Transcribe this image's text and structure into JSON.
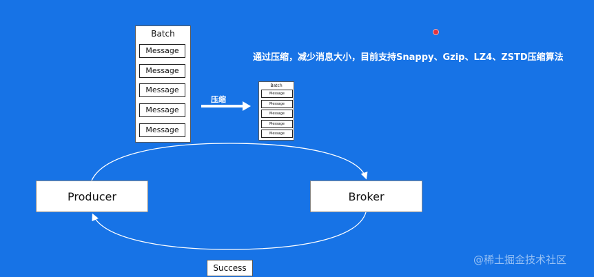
{
  "headline": "通过压缩，减少消息大小，目前支持Snappy、Gzip、LZ4、ZSTD压缩算法",
  "compress_label": "压缩",
  "batch_big": {
    "title": "Batch",
    "messages": [
      "Message",
      "Message",
      "Message",
      "Message",
      "Message"
    ]
  },
  "batch_small": {
    "title": "Batch",
    "messages": [
      "Message",
      "Message",
      "Message",
      "Message",
      "Message"
    ]
  },
  "nodes": {
    "producer": "Producer",
    "broker": "Broker"
  },
  "success_label": "Success",
  "watermark": "@稀土掘金技术社区",
  "colors": {
    "background": "#1773e6",
    "box": "#ffffff",
    "cursor": "#e0333f"
  }
}
